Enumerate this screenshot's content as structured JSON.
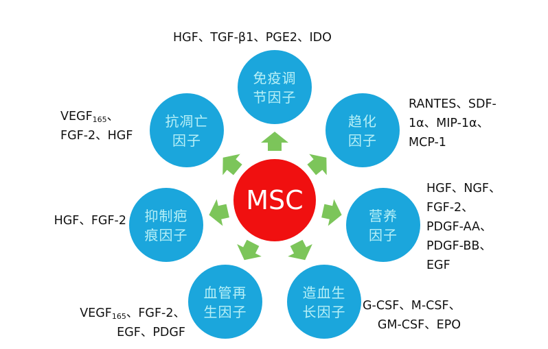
{
  "center": {
    "label": "MSC",
    "color": "#f01010"
  },
  "colors": {
    "circle": "#1ba6dc",
    "circle_text": "#b8f0f7",
    "arrow": "#7cc55a"
  },
  "nodes": [
    {
      "id": "immune",
      "line1": "免疫调",
      "line2": "节因子",
      "factors": [
        "HGF、TGF-β1、PGE2、IDO"
      ]
    },
    {
      "id": "chemotaxis",
      "line1": "趋化",
      "line2": "因子",
      "factors": [
        "RANTES、SDF-",
        "1α、MIP-1α、",
        "MCP-1"
      ]
    },
    {
      "id": "nutrition",
      "line1": "营养",
      "line2": "因子",
      "factors": [
        "HGF、NGF、",
        "FGF-2、",
        "PDGF-AA、",
        "PDGF-BB、",
        "EGF"
      ]
    },
    {
      "id": "hematopoietic",
      "line1": "造血生",
      "line2": "长因子",
      "factors": [
        "G-CSF、M-CSF、",
        "GM-CSF、EPO"
      ]
    },
    {
      "id": "angiogenesis",
      "line1": "血管再",
      "line2": "生因子",
      "factors": [
        {
          "main": "VEGF",
          "sub": "165",
          "rest": "、FGF-2、"
        },
        "EGF、PDGF"
      ]
    },
    {
      "id": "anti-scar",
      "line1": "抑制疤",
      "line2": "痕因子",
      "factors": [
        "HGF、FGF-2"
      ]
    },
    {
      "id": "anti-apoptosis",
      "line1": "抗凋亡",
      "line2": "因子",
      "factors": [
        {
          "main": "VEGF",
          "sub": "165",
          "rest": "、"
        },
        "FGF-2、HGF"
      ]
    }
  ]
}
